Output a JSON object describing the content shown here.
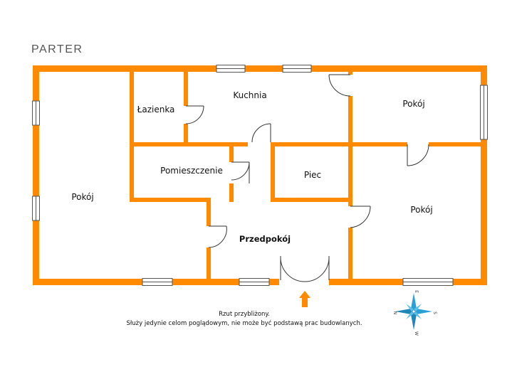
{
  "plan": {
    "title": "PARTER",
    "rooms": {
      "lazienka": "Łazienka",
      "kuchnia": "Kuchnia",
      "pokoj_top_right": "Pokój",
      "pokoj_left": "Pokój",
      "pomieszczenie": "Pomieszczenie",
      "piec": "Piec",
      "pokoj_bottom_right": "Pokój",
      "przedpokoj": "Przedpokój"
    },
    "note_line1": "Rzut przybliżony.",
    "note_line2": "Służy jedynie celom poglądowym, nie może być podstawą prac budowlanych.",
    "compass": {
      "n": "N",
      "e": "E",
      "s": "S",
      "w": "W"
    },
    "colors": {
      "wall": "#ff8a00",
      "compass": "#2aa0d8",
      "window": "#ffffff"
    }
  }
}
